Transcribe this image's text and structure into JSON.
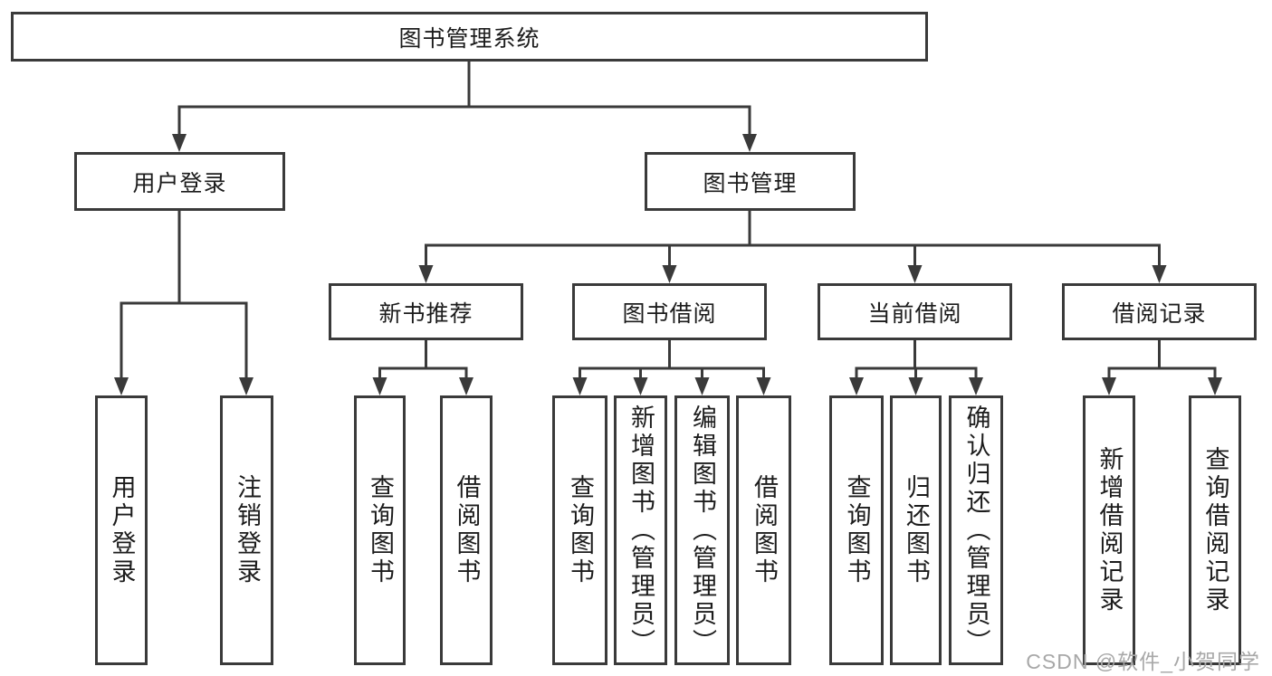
{
  "tree": {
    "root": {
      "label": "图书管理系统",
      "children": [
        {
          "label": "用户登录",
          "children": [
            {
              "label": "用户登录"
            },
            {
              "label": "注销登录"
            }
          ]
        },
        {
          "label": "图书管理",
          "children": [
            {
              "label": "新书推荐",
              "children": [
                {
                  "label": "查询图书"
                },
                {
                  "label": "借阅图书"
                }
              ]
            },
            {
              "label": "图书借阅",
              "children": [
                {
                  "label": "查询图书"
                },
                {
                  "label": "新增图书（管理员）"
                },
                {
                  "label": "编辑图书（管理员）"
                },
                {
                  "label": "借阅图书"
                }
              ]
            },
            {
              "label": "当前借阅",
              "children": [
                {
                  "label": "查询图书"
                },
                {
                  "label": "归还图书"
                },
                {
                  "label": "确认归还（管理员）"
                }
              ]
            },
            {
              "label": "借阅记录",
              "children": [
                {
                  "label": "新增借阅记录"
                },
                {
                  "label": "查询借阅记录"
                }
              ]
            }
          ]
        }
      ]
    }
  },
  "watermark": {
    "text": "CSDN @软件_小贺同学"
  },
  "colors": {
    "line": "#3a3a3a",
    "text": "#1c1c1c",
    "background": "#ffffff",
    "watermark": "#a8a8a8"
  }
}
